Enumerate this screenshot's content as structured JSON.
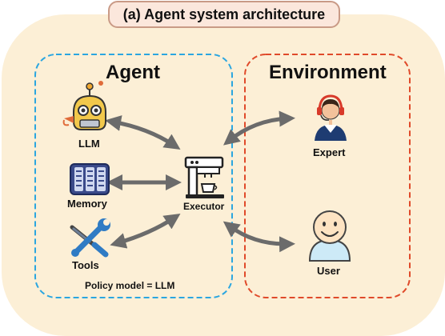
{
  "title": "(a) Agent system architecture",
  "agent": {
    "title": "Agent",
    "llm_label": "LLM",
    "memory_label": "Memory",
    "tools_label": "Tools",
    "executor_label": "Executor",
    "footer": "Policy model = LLM",
    "border_color": "#2ba6e0"
  },
  "environment": {
    "title": "Environment",
    "expert_label": "Expert",
    "user_label": "User",
    "border_color": "#e04a2a"
  },
  "icons": {
    "llm": "robot-icon",
    "memory": "server-rack-icon",
    "tools": "wrench-screwdriver-icon",
    "executor": "coffee-machine-icon",
    "expert": "headset-agent-icon",
    "user": "smiling-person-icon"
  },
  "colors": {
    "background_blob": "#fcefd6",
    "title_fill": "#fbe7dc",
    "arrow": "#6b6b6b"
  }
}
